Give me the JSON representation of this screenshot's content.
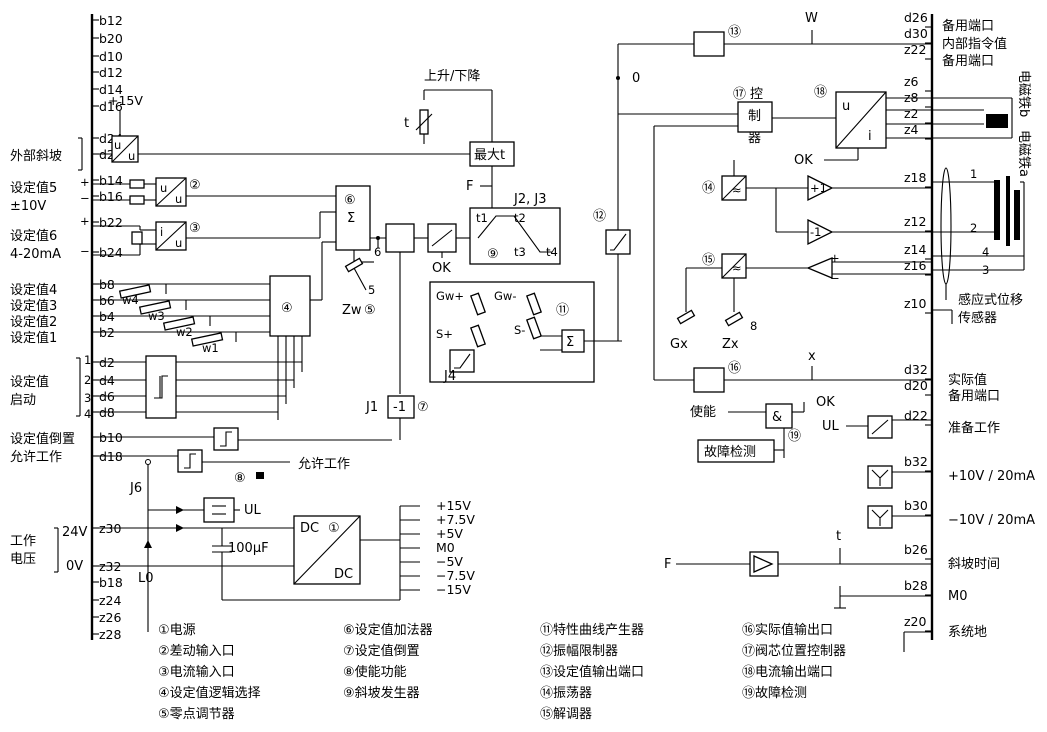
{
  "left_pins": [
    "b12",
    "b20",
    "d10",
    "d12",
    "d14",
    "d16",
    "d24",
    "d28",
    "b14",
    "b16",
    "b22",
    "b24",
    "b8",
    "b6",
    "b4",
    "b2",
    "d2",
    "d4",
    "d6",
    "d8",
    "b10",
    "d18",
    "z30",
    "z32",
    "b18",
    "z24",
    "z26",
    "z28"
  ],
  "right_pins": [
    "d26",
    "d30",
    "z22",
    "z6",
    "z8",
    "z2",
    "z4",
    "z18",
    "z12",
    "z14",
    "z16",
    "z10",
    "d32",
    "d20",
    "d22",
    "b32",
    "b30",
    "b26",
    "b28",
    "z20"
  ],
  "left_labels": {
    "ext_ramp": "外部斜坡",
    "sp5_a": "设定值5",
    "sp5_b": "±10V",
    "sp6_a": "设定值6",
    "sp6_b": "4-20mA",
    "sp4": "设定值4",
    "sp3": "设定值3",
    "sp2": "设定值2",
    "sp1": "设定值1",
    "sp_start_a": "设定值",
    "sp_start_b": "启动",
    "sp_invert": "设定值倒置",
    "allow_work": "允许工作",
    "work_volt_a": "工作",
    "work_volt_b": "电压",
    "v24": "24V",
    "v0": "0V",
    "plus15": "+15V",
    "j6": "J6",
    "l0": "L0",
    "cap": "100µF",
    "ul": "UL"
  },
  "right_labels": {
    "spare1": "备用端口",
    "internal_cmd": "内部指令值",
    "spare2": "备用端口",
    "magnet_b": "电磁铁b",
    "magnet_a": "电磁铁a",
    "sensor_a": "感应式位移",
    "sensor_b": "传感器",
    "actual": "实际值",
    "spare3": "备用端口",
    "ready": "准备工作",
    "p10v": "+10V / 20mA",
    "m10v": "−10V / 20mA",
    "ramp_time": "斜坡时间",
    "m0": "M0",
    "sys_gnd": "系统地"
  },
  "blocks": {
    "up_down": "上升/下降",
    "max_t": "最大t",
    "controller_a": "控",
    "controller_b": "制",
    "controller_c": "器",
    "fault_detect": "故障检测",
    "enable": "使能",
    "allow_work2": "允许工作",
    "ok1": "OK",
    "ok2": "OK",
    "ok3": "OK",
    "and": "&",
    "sigma": "Σ",
    "j1": "J1",
    "j2j3": "J2, J3",
    "j4": "J4",
    "minus1": "-1",
    "plus1": "+1",
    "zero": "0",
    "w": "W",
    "x": "x",
    "t": "t",
    "t_small": "t",
    "f": "F",
    "f2": "F",
    "ul2": "UL",
    "zw": "Zw",
    "zx": "Zx",
    "gx": "Gx",
    "gw_plus": "Gw+",
    "gw_minus": "Gw-",
    "s_plus": "S+",
    "s_minus": "S-",
    "u": "u",
    "i": "i",
    "dc": "DC",
    "t1": "t1",
    "t2": "t2",
    "t3": "t3",
    "t4": "t4",
    "n5": "5",
    "n6": "6",
    "n8": "8",
    "w1": "w1",
    "w2": "w2",
    "w3": "w3",
    "w4": "w4",
    "c1": "1",
    "c2": "2",
    "c3": "3",
    "c4": "4"
  },
  "circled": {
    "n1": "①",
    "n2": "②",
    "n3": "③",
    "n4": "④",
    "n5": "⑤",
    "n6": "⑥",
    "n7": "⑦",
    "n8": "⑧",
    "n9": "⑨",
    "n11": "⑪",
    "n12": "⑫",
    "n13": "⑬",
    "n14": "⑭",
    "n15": "⑮",
    "n16": "⑯",
    "n17": "⑰",
    "n18": "⑱",
    "n19": "⑲"
  },
  "power_outputs": [
    "+15V",
    "+7.5V",
    "+5V",
    "M0",
    "−5V",
    "−7.5V",
    "−15V"
  ],
  "legend": [
    [
      "①电源",
      "②差动输入口",
      "③电流输入口",
      "④设定值逻辑选择",
      "⑤零点调节器"
    ],
    [
      "⑥设定值加法器",
      "⑦设定值倒置",
      "⑧使能功能",
      "⑨斜坡发生器"
    ],
    [
      "⑪特性曲线产生器",
      "⑫振幅限制器",
      "⑬设定值输出端口",
      "⑭振荡器",
      "⑮解调器"
    ],
    [
      "⑯实际值输出口",
      "⑰阀芯位置控制器",
      "⑱电流输出端口",
      "⑲故障检测"
    ]
  ]
}
